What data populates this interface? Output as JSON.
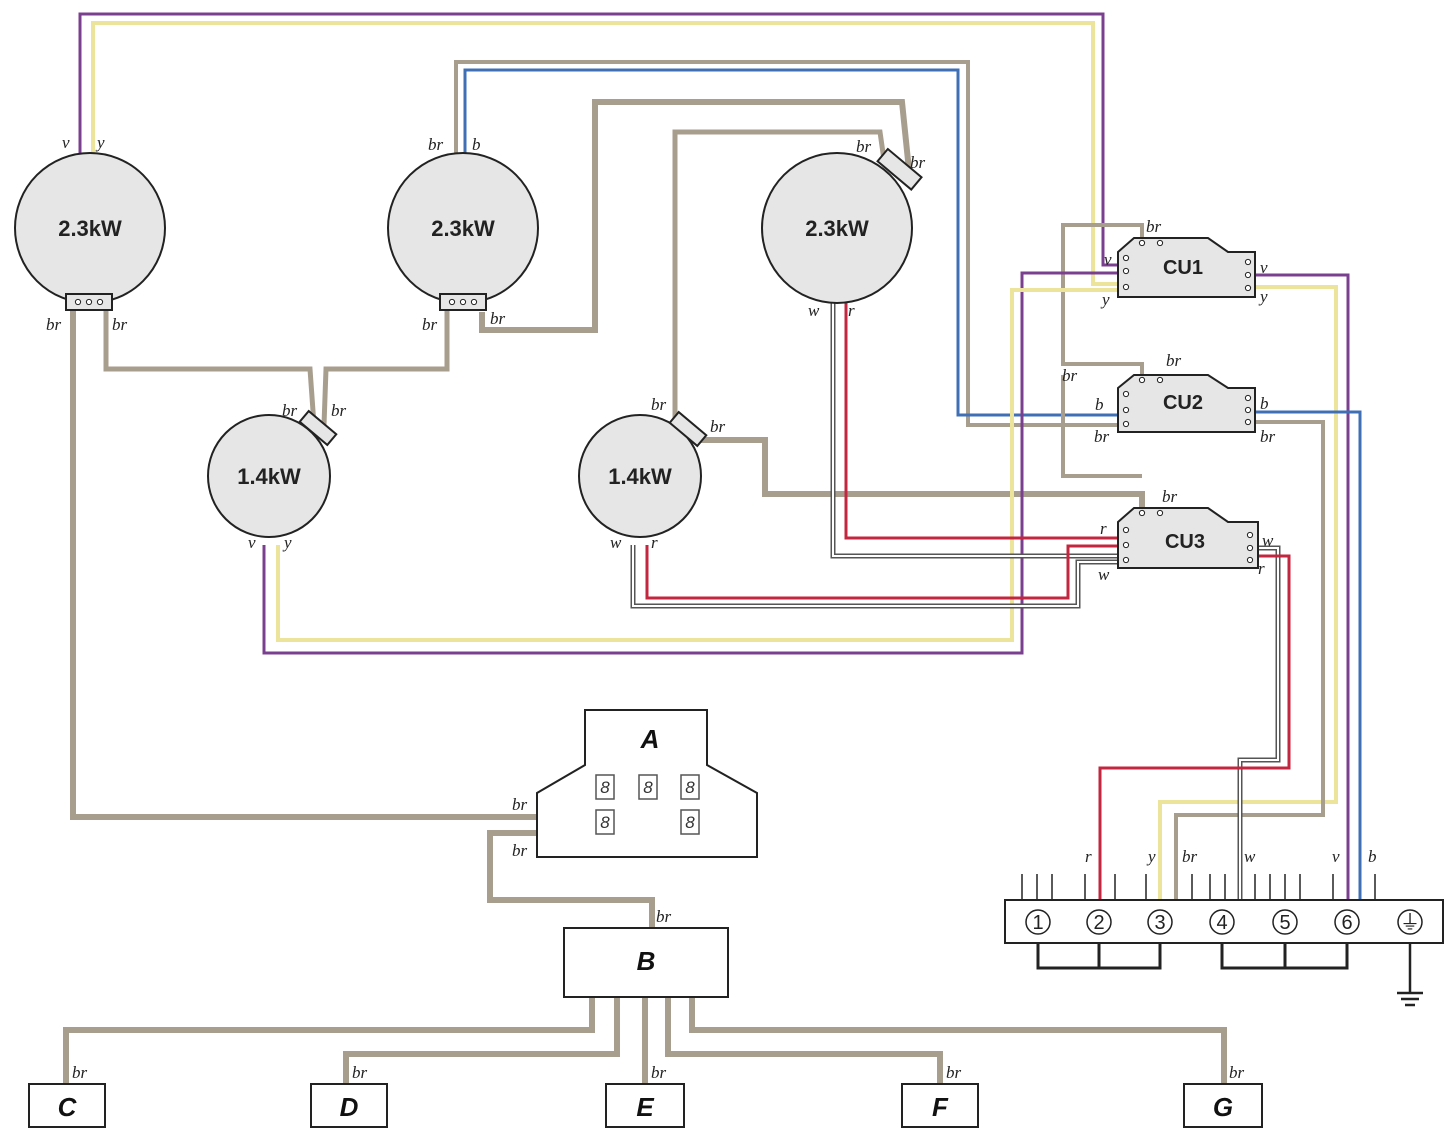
{
  "colors": {
    "brown": "#a89e8e",
    "violet": "#7b3f8f",
    "yellow": "#ece49a",
    "blue": "#3f6fb5",
    "red": "#c3263f",
    "white_wire": "#9b9b9b",
    "plate_fill": "#e6e6e6"
  },
  "plates": [
    {
      "label": "2.3kW",
      "top_left": "v",
      "top_right": "y",
      "bottom_left": "br",
      "bottom_right": "br"
    },
    {
      "label": "2.3kW",
      "top_left": "br",
      "top_right": "b",
      "bottom_left": "br",
      "bottom_right": "br"
    },
    {
      "label": "2.3kW",
      "top_left": "br",
      "top_right": "br",
      "bottom_left": "w",
      "bottom_right": "r"
    },
    {
      "label": "1.4kW",
      "top_left": "br",
      "top_right": "br",
      "bottom_left": "v",
      "bottom_right": "y"
    },
    {
      "label": "1.4kW",
      "top_left": "br",
      "top_right": "br",
      "bottom_left": "w",
      "bottom_right": "r"
    }
  ],
  "controls": [
    {
      "label": "CU1",
      "top": "br",
      "left_top": "v",
      "left_bottom": "y",
      "right_top": "v",
      "right_bottom": "y"
    },
    {
      "label": "CU2",
      "top": "br",
      "outer": "br",
      "left_top": "b",
      "left_bottom": "br",
      "right_top": "b",
      "right_bottom": "br"
    },
    {
      "label": "CU3",
      "top": "br",
      "left_top": "r",
      "left_bottom": "w",
      "right_top": "w",
      "right_bottom": "r"
    }
  ],
  "module_a": {
    "label": "A",
    "in_top": "br",
    "in_bottom": "br",
    "digit": "8"
  },
  "module_b": {
    "label": "B",
    "top": "br"
  },
  "outputs": [
    {
      "label": "C",
      "wire": "br"
    },
    {
      "label": "D",
      "wire": "br"
    },
    {
      "label": "E",
      "wire": "br"
    },
    {
      "label": "F",
      "wire": "br"
    },
    {
      "label": "G",
      "wire": "br"
    }
  ],
  "terminal": {
    "wires": [
      "r",
      "y",
      "br",
      "w",
      "v",
      "b"
    ],
    "numbers": [
      "1",
      "2",
      "3",
      "4",
      "5",
      "6"
    ],
    "earth": "⏚"
  }
}
